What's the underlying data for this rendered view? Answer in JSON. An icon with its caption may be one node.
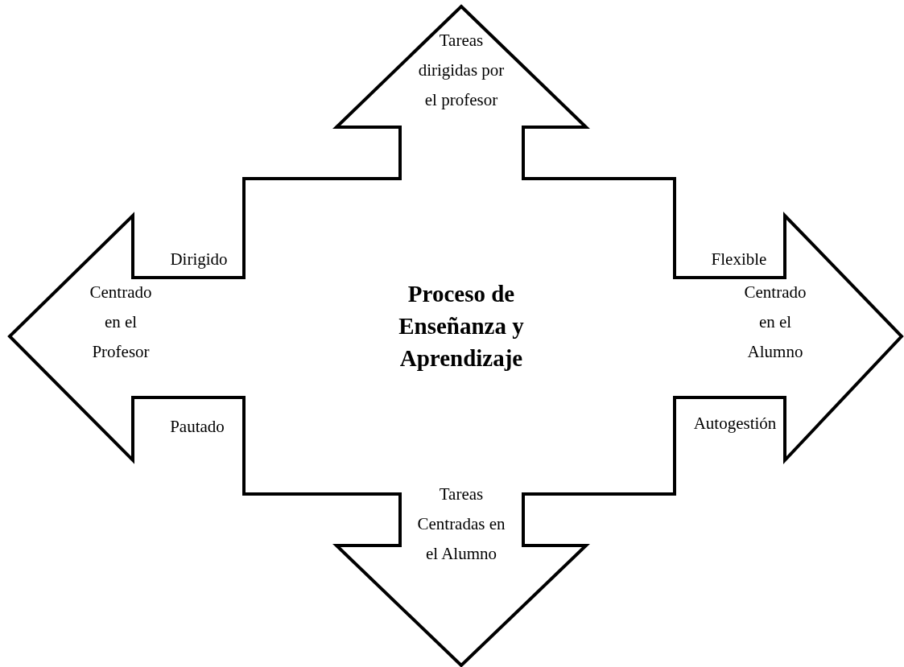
{
  "diagram": {
    "nodes": [
      {
        "text": [
          "Tareas dirigidas por el profesor",
          "Dirigido",
          "Flexible",
          "Centrado en el Profesor",
          "Proceso de Enseñanza y Aprendizaje",
          "Centrado en el Alumno",
          "Pautado",
          "Autogestión",
          "Tareas Centradas en el Alumno"
        ]
      }
    ]
  }
}
